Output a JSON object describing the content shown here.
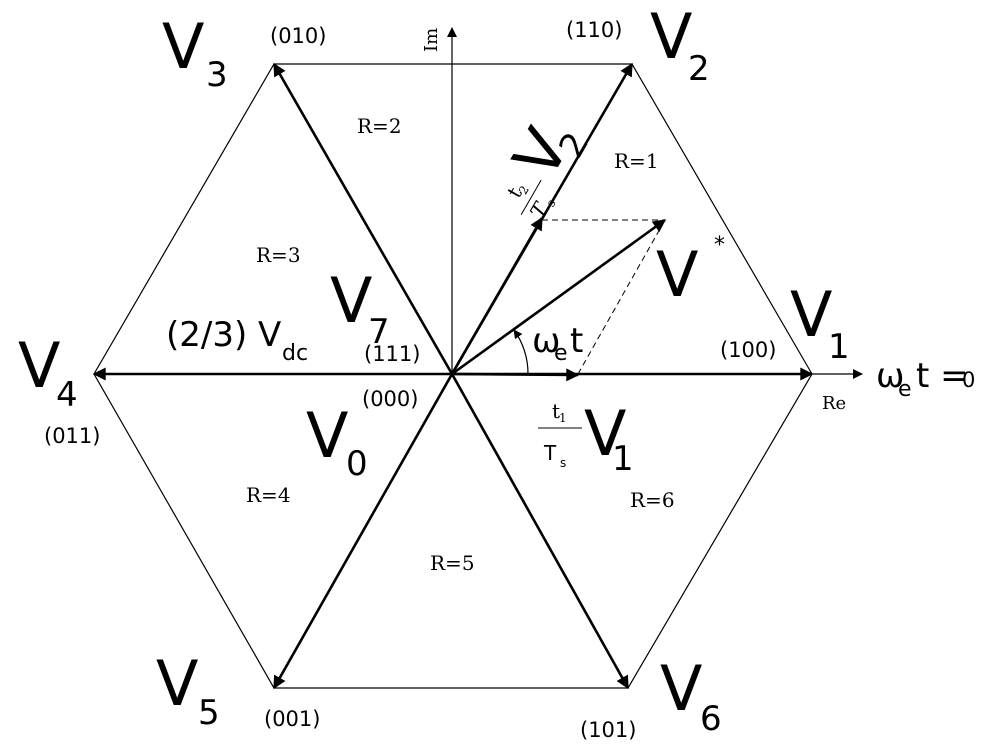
{
  "diagram": {
    "vectors": [
      {
        "id": "V1",
        "main": "V",
        "sub": "1",
        "code": "(100)"
      },
      {
        "id": "V2",
        "main": "V",
        "sub": "2",
        "code": "(110)"
      },
      {
        "id": "V3",
        "main": "V",
        "sub": "3",
        "code": "(010)"
      },
      {
        "id": "V4",
        "main": "V",
        "sub": "4",
        "code": "(011)"
      },
      {
        "id": "V5",
        "main": "V",
        "sub": "5",
        "code": "(001)"
      },
      {
        "id": "V6",
        "main": "V",
        "sub": "6",
        "code": "(101)"
      }
    ],
    "zero_vectors": [
      {
        "id": "V7",
        "main": "V",
        "sub": "7",
        "code": "(111)"
      },
      {
        "id": "V0",
        "main": "V",
        "sub": "0",
        "code": "(000)"
      }
    ],
    "regions": [
      "R=1",
      "R=2",
      "R=3",
      "R=4",
      "R=5",
      "R=6"
    ],
    "axes": {
      "imag": "Im",
      "real": "Re"
    },
    "reference": {
      "main": "V",
      "sup": "*"
    },
    "angle": {
      "omega": "ω",
      "sub": "e",
      "t": "t"
    },
    "zero_angle": {
      "omega": "ω",
      "sub": "e",
      "rest": "t =",
      "zero": "0"
    },
    "vdc": {
      "prefix": "(2/3) V",
      "sub": "dc"
    },
    "component1": {
      "num": "t",
      "num_sub": "1",
      "den": "T",
      "den_sub": "s",
      "main": "V",
      "sub": "1"
    },
    "component2": {
      "num": "t",
      "num_sub": "2",
      "den": "T",
      "den_sub": "s",
      "main": "V",
      "sub": "2"
    }
  }
}
